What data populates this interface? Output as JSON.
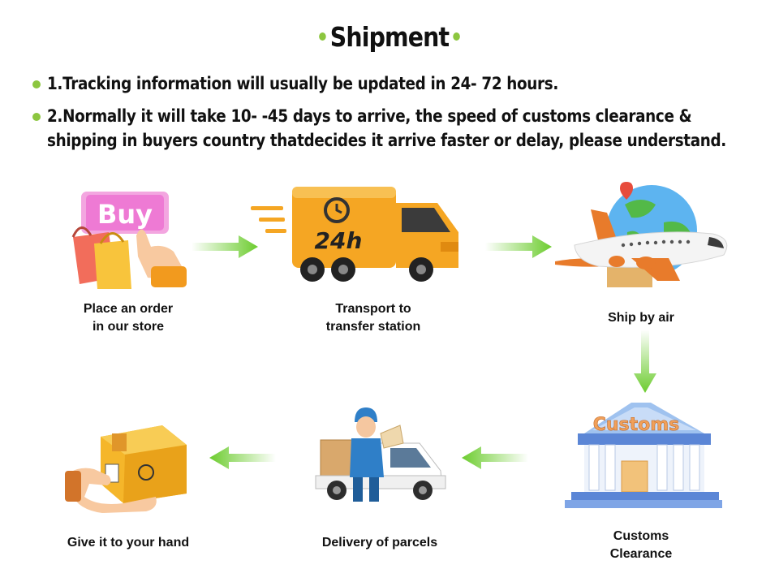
{
  "title": "Shipment",
  "notes": [
    {
      "line1": "1.Tracking information will usually be updated in 24- 72 hours."
    },
    {
      "line1": "2.Normally it will take 10- -45 days to arrive, the speed of customs clearance &",
      "line2": "shipping in buyers country thatdecides it arrive faster or delay, please understand."
    }
  ],
  "steps": [
    {
      "label1": "Place an order",
      "label2": "in our store",
      "icon": "buy-hand-icon",
      "sign_text": "Buy"
    },
    {
      "label1": "Transport to",
      "label2": "transfer station",
      "icon": "delivery-truck-icon",
      "truck_text": "24h"
    },
    {
      "label1": "Ship by air",
      "icon": "airplane-globe-icon"
    },
    {
      "label1": "Customs",
      "label2": "Clearance",
      "icon": "customs-building-icon",
      "sign_text": "Customs"
    },
    {
      "label1": "Delivery of parcels",
      "icon": "courier-van-icon"
    },
    {
      "label1": "Give it to your hand",
      "icon": "package-hand-icon"
    }
  ],
  "colors": {
    "accent_green": "#8cc63f",
    "arrow_green": "#6ccc2e",
    "truck_orange": "#f5a623",
    "sign_pink": "#f062c0"
  }
}
